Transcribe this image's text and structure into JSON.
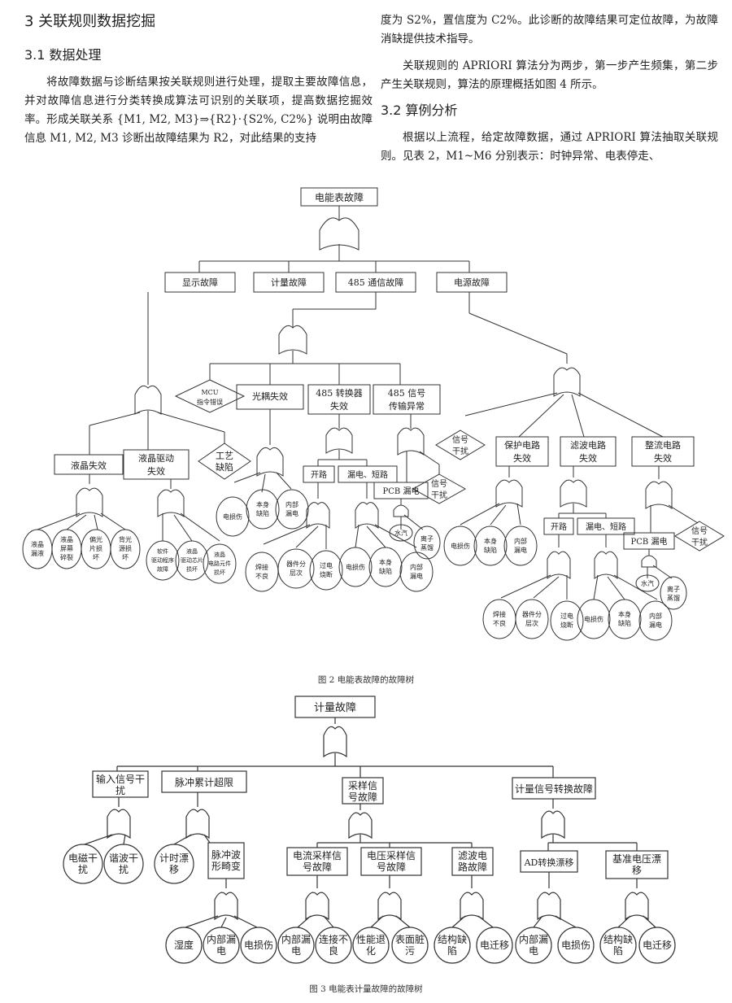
{
  "section": {
    "title": "3 关联规则数据挖掘"
  },
  "sub1": {
    "title": "3.1 数据处理",
    "para": "将故障数据与诊断结果按关联规则进行处理，提取主要故障信息，并对故障信息进行分类转换成算法可识别的关联项，提高数据挖掘效率。形成关联关系 {M1, M2, M3}⇒{R2}·{S2%, C2%} 说明由故障信息 M1, M2, M3 诊断出故障结果为 R2，对此结果的支持"
  },
  "right_col": {
    "cont": "度为 S2%，置信度为 C2%。此诊断的故障结果可定位故障，为故障消缺提供技术指导。",
    "para2": "关联规则的 APRIORI 算法分为两步，第一步产生频集，第二步产生关联规则，算法的原理概括如图 4 所示。"
  },
  "sub2": {
    "title": "3.2 算例分析",
    "para": "根据以上流程，给定故障数据，通过 APRIORI 算法抽取关联规则。见表 2，M1~M6 分别表示：时钟异常、电表停走、"
  },
  "fig2": {
    "caption": "图 2 电能表故障的故障树",
    "top": "电能表故障",
    "l1": [
      "显示故障",
      "计量故障",
      "485 通信故障",
      "电源故障"
    ],
    "mcu": [
      "MCU",
      "指令错误"
    ],
    "guangou": "光耦失效",
    "z485": [
      "485 转换器",
      "失效"
    ],
    "x485": [
      "485 信号",
      "传输异常"
    ],
    "yejing": "液晶失效",
    "qudong": [
      "液晶驱动",
      "失效"
    ],
    "gongyi": [
      "工艺",
      "缺陷"
    ],
    "xinhao": [
      "信号",
      "干扰"
    ],
    "baohu": [
      "保护电路",
      "失效"
    ],
    "lvbo": [
      "滤波电路",
      "失效"
    ],
    "zhengliu": [
      "整流电路",
      "失效"
    ],
    "kailu": "开路",
    "loudian": "漏电、短路",
    "pcb": "PCB 漏电",
    "shuiqi": "水汽",
    "lizi": [
      "离子",
      "蒸馏"
    ],
    "dianss": "电损伤",
    "benshen": [
      "本身",
      "缺陷"
    ],
    "neibu": [
      "内部",
      "漏电"
    ],
    "hanjie": [
      "焊接",
      "不良"
    ],
    "qijian": [
      "器件分",
      "层次"
    ],
    "guodian": [
      "过电",
      "烧断"
    ],
    "yj_leaves": [
      [
        "液晶",
        "漏液"
      ],
      [
        "液晶",
        "屏幕",
        "碎裂"
      ],
      [
        "偏光",
        "片损",
        "坏"
      ],
      [
        "背光",
        "源损",
        "坏"
      ]
    ],
    "qd_leaves": [
      [
        "软件",
        "驱动程序",
        "故障"
      ],
      [
        "液晶",
        "驱动芯片",
        "损坏"
      ],
      [
        "液晶",
        "电路元件",
        "损坏"
      ]
    ]
  },
  "fig3": {
    "caption": "图 3 电能表计量故障的故障树",
    "top": "计量故障",
    "l1": [
      [
        "输入信号干",
        "扰"
      ],
      [
        "脉冲累计超限"
      ],
      [
        "采样信",
        "号故障"
      ],
      [
        "计量信号转换故障"
      ]
    ],
    "in_leaves": [
      [
        "电磁干",
        "扰"
      ],
      [
        "谐波干",
        "扰"
      ]
    ],
    "mc_leaves": [
      [
        "计时漂",
        "移"
      ],
      [
        "脉冲波",
        "形畸变"
      ]
    ],
    "mc_sub": [
      [
        "湿度"
      ],
      [
        "内部漏",
        "电"
      ],
      [
        "电损伤"
      ]
    ],
    "cy_l2": [
      [
        "电流采样信",
        "号故障"
      ],
      [
        "电压采样信",
        "号故障"
      ],
      [
        "滤波电",
        "路故障"
      ]
    ],
    "cy_leaves": [
      [
        "内部漏",
        "电"
      ],
      [
        "连接不",
        "良"
      ],
      [
        "性能退",
        "化"
      ],
      [
        "表面脏",
        "污"
      ],
      [
        "结构缺",
        "陷"
      ],
      [
        "电迁移"
      ]
    ],
    "zh_l2": [
      [
        "AD转换漂移"
      ],
      [
        "基准电压漂",
        "移"
      ]
    ],
    "zh_leaves": [
      [
        "内部漏",
        "电"
      ],
      [
        "电损伤"
      ],
      [
        "结构缺",
        "陷"
      ],
      [
        "电迁移"
      ]
    ]
  }
}
